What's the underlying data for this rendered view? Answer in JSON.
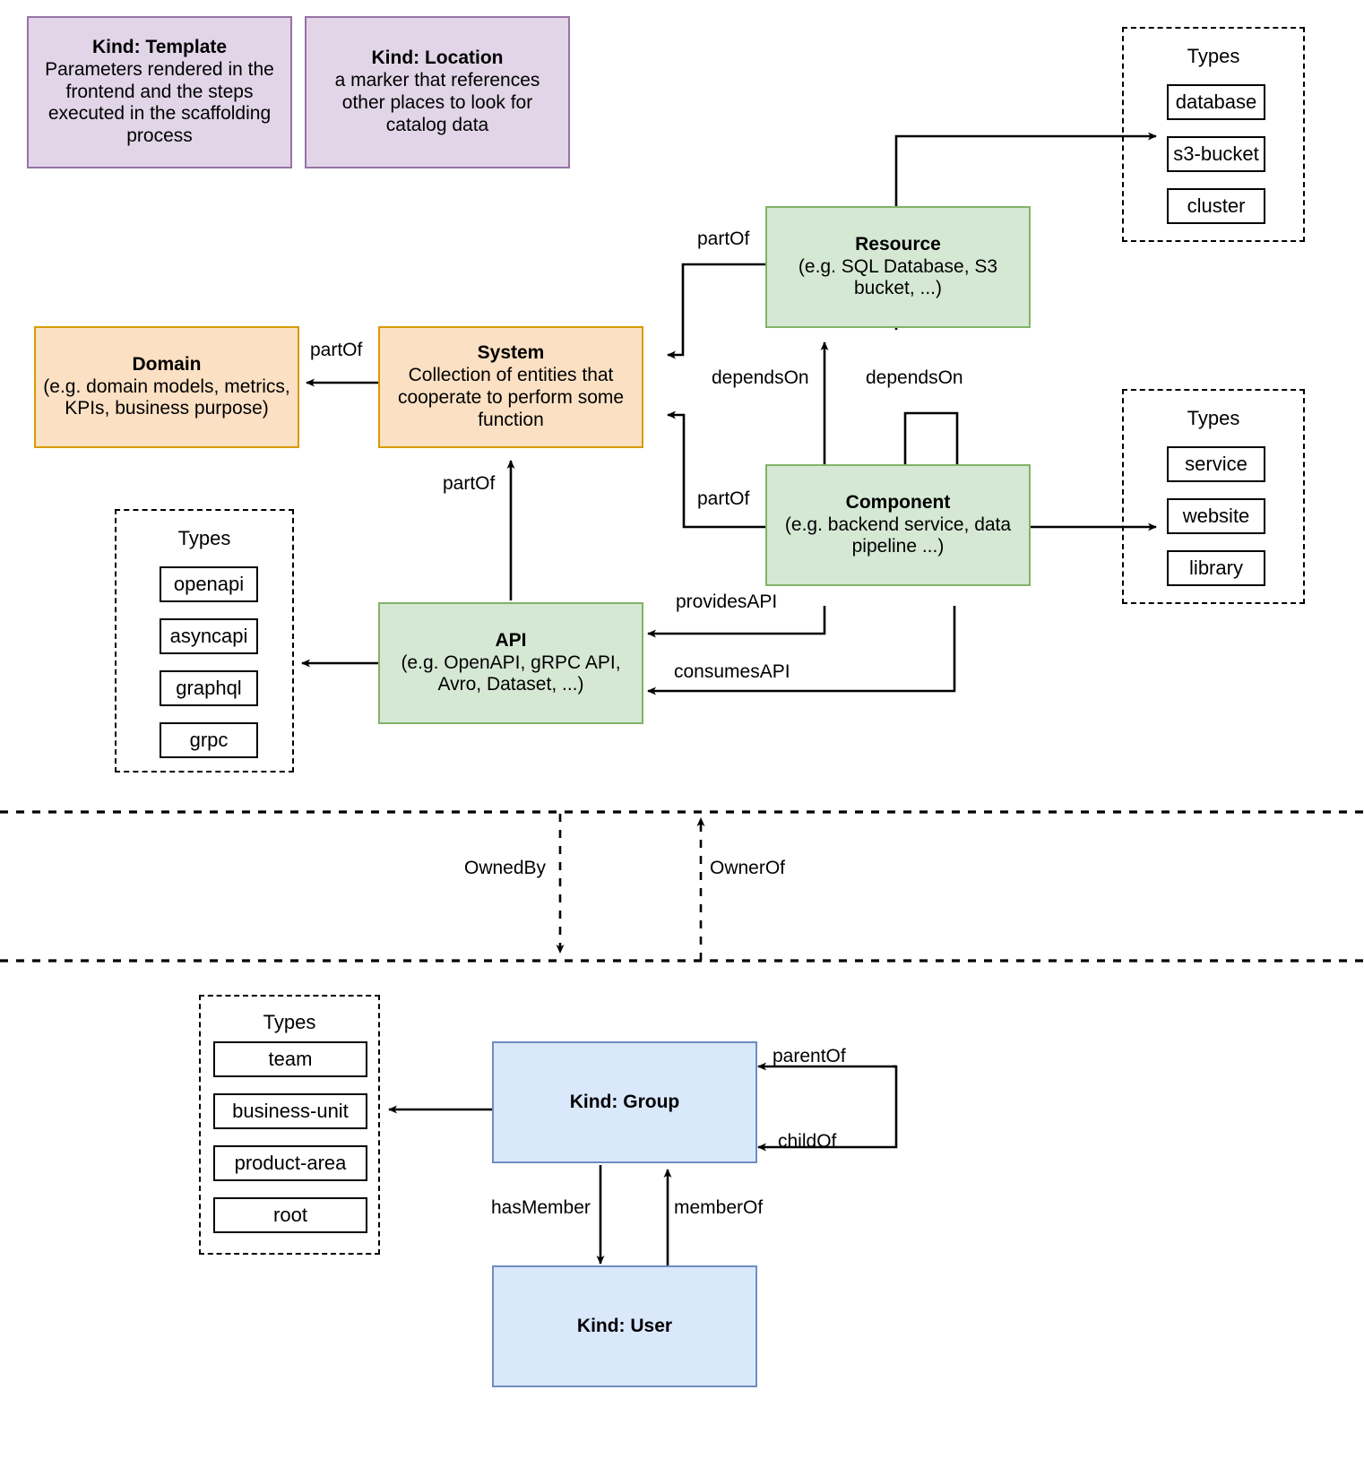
{
  "diagram": {
    "title": "Backstage Catalog Entity Kinds and Relations",
    "colors": {
      "template_fill": "#e1d5e7",
      "template_stroke": "#9673a6",
      "system_fill": "#fbe0c3",
      "system_stroke": "#d79b00",
      "component_fill": "#d5e8d4",
      "component_stroke": "#82b366",
      "group_fill": "#dae8fc",
      "group_stroke": "#6c8ebf",
      "line": "#000000"
    }
  },
  "nodes": {
    "template": {
      "title": "Kind: Template",
      "desc": "Parameters rendered in the frontend and the steps executed in  the scaffolding process"
    },
    "location": {
      "title": "Kind: Location",
      "desc": "a marker that references other places to look for catalog data"
    },
    "domain": {
      "title": "Domain",
      "desc": "(e.g.  domain models, metrics, KPIs, business purpose)"
    },
    "system": {
      "title": "System",
      "desc": "Collection of entities that cooperate to perform some function"
    },
    "resource": {
      "title": "Resource",
      "desc": "(e.g. SQL Database, S3 bucket, ...)"
    },
    "component": {
      "title": "Component",
      "desc": "(e.g. backend service, data pipeline ...)"
    },
    "api": {
      "title": "API",
      "desc": "(e.g. OpenAPI, gRPC API, Avro, Dataset, ...)"
    },
    "group": {
      "title": "Kind: Group",
      "desc": ""
    },
    "user": {
      "title": "Kind: User",
      "desc": ""
    }
  },
  "type_groups": {
    "resource": {
      "label": "Types",
      "items": [
        "database",
        "s3-bucket",
        "cluster"
      ]
    },
    "component": {
      "label": "Types",
      "items": [
        "service",
        "website",
        "library"
      ]
    },
    "api": {
      "label": "Types",
      "items": [
        "openapi",
        "asyncapi",
        "graphql",
        "grpc"
      ]
    },
    "group": {
      "label": "Types",
      "items": [
        "team",
        "business-unit",
        "product-area",
        "root"
      ]
    }
  },
  "edge_labels": {
    "system_partof_domain": "partOf",
    "resource_partof_system": "partOf",
    "component_partof_system": "partOf",
    "api_partof_system": "partOf",
    "component_dependson_resource": "dependsOn",
    "component_dependson_component": "dependsOn",
    "component_providesapi": "providesAPI",
    "component_consumesapi": "consumesAPI",
    "ownedby": "OwnedBy",
    "ownerof": "OwnerOf",
    "group_parentof": "parentOf",
    "group_childof": "childOf",
    "group_hasmember": "hasMember",
    "user_memberof": "memberOf"
  }
}
